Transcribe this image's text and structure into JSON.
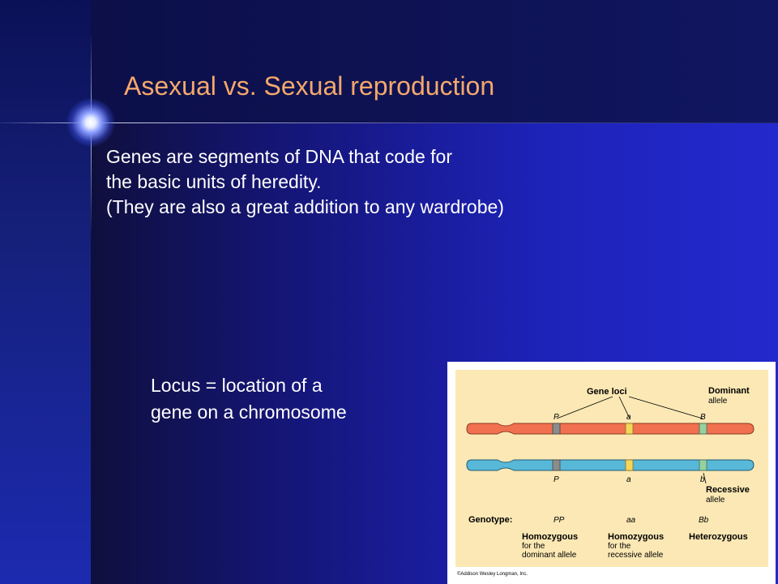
{
  "slide": {
    "title": "Asexual vs. Sexual reproduction",
    "intro_lines": [
      "Genes are segments of DNA that code for",
      "the basic units of heredity.",
      "(They are also a great addition to any wardrobe)"
    ],
    "locus_lines": [
      "Locus = location of a",
      "gene on a chromosome"
    ]
  },
  "figure": {
    "gene_loci_label": "Gene loci",
    "dominant_label": [
      "Dominant",
      "allele"
    ],
    "recessive_label": [
      "Recessive",
      "allele"
    ],
    "top_letters": [
      "P",
      "a",
      "B"
    ],
    "bottom_letters": [
      "P",
      "a",
      "b"
    ],
    "genotype_label": "Genotype:",
    "genotypes": [
      "PP",
      "aa",
      "Bb"
    ],
    "categories": [
      [
        "Homozygous",
        "for the",
        "dominant allele"
      ],
      [
        "Homozygous",
        "for the",
        "recessive allele"
      ],
      [
        "Heterozygous"
      ]
    ],
    "credit": "©Addison Wesley Longman, Inc.",
    "colors": {
      "top_chromosome": "#f07050",
      "bottom_chromosome": "#58b8d8",
      "locus_p": "#8c8c8c",
      "locus_a": "#f4d65a",
      "locus_b": "#96d0a0"
    }
  }
}
